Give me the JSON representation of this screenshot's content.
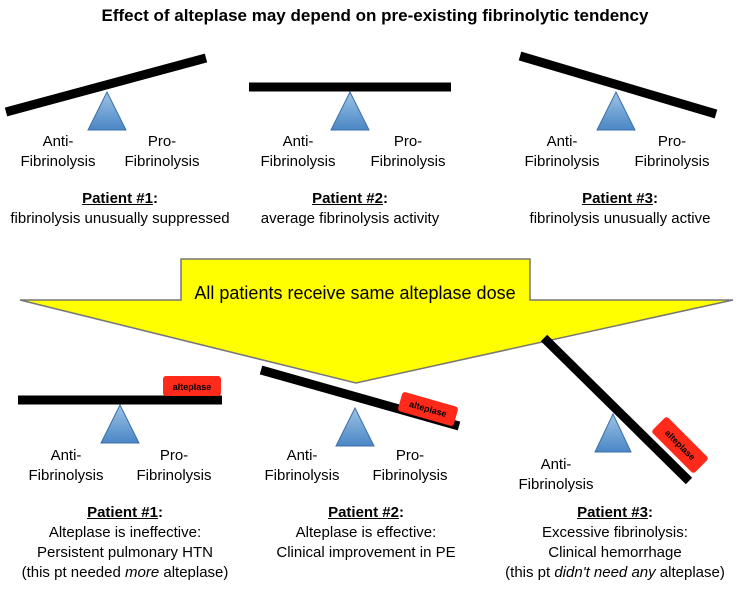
{
  "title": "Effect of alteplase may depend on pre-existing fibrinolytic tendency",
  "labels": {
    "anti_1": "Anti-",
    "anti_2": "Fibrinolysis",
    "pro_1": "Pro-",
    "pro_2": "Fibrinolysis",
    "alteplase": "alteplase"
  },
  "banner": "All patients receive same alteplase dose",
  "before": [
    {
      "heading": "Patient #1",
      "colon": ":",
      "desc": "fibrinolysis unusually suppressed"
    },
    {
      "heading": "Patient #2",
      "colon": ":",
      "desc": "average fibrinolysis activity"
    },
    {
      "heading": "Patient #3",
      "colon": ":",
      "desc": "fibrinolysis unusually active"
    }
  ],
  "after": [
    {
      "heading": "Patient #1",
      "colon": ":",
      "line1": "Alteplase is ineffective:",
      "line2": "Persistent pulmonary HTN",
      "line3_pre": "(this pt needed ",
      "line3_em": "more",
      "line3_post": " alteplase)"
    },
    {
      "heading": "Patient #2",
      "colon": ":",
      "line1": "Alteplase is effective:",
      "line2": "Clinical improvement in PE"
    },
    {
      "heading": "Patient #3",
      "colon": ":",
      "line1": "Excessive fibrinolysis:",
      "line2": "Clinical hemorrhage",
      "line3_pre": "(this pt ",
      "line3_em": "didn't need any",
      "line3_post": " alteplase)"
    }
  ],
  "colors": {
    "fulcrum_top": "#9dc3e6",
    "fulcrum_bottom": "#4a86c5",
    "beam": "#000000",
    "arrow_fill": "#ffff00",
    "arrow_stroke": "#777777",
    "alteplase_fill": "#ff2a1a"
  }
}
